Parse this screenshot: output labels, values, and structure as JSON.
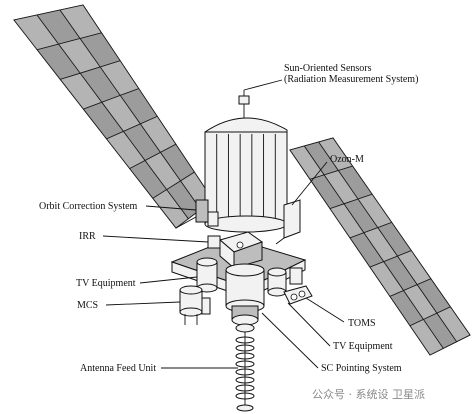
{
  "diagram": {
    "labels": {
      "sun_sensors_line1": "Sun-Oriented Sensors",
      "sun_sensors_line2": "(Radiation Measurement System)",
      "ozon": "Ozon-M",
      "orbit_correction": "Orbit Correction System",
      "irr": "IRR",
      "tv_equipment_left": "TV Equipment",
      "mcs": "MCS",
      "toms": "TOMS",
      "tv_equipment_right": "TV Equipment",
      "sc_pointing": "SC Pointing System",
      "antenna_feed": "Antenna Feed Unit"
    },
    "watermark": "公众号 · 系统设 卫星派"
  }
}
